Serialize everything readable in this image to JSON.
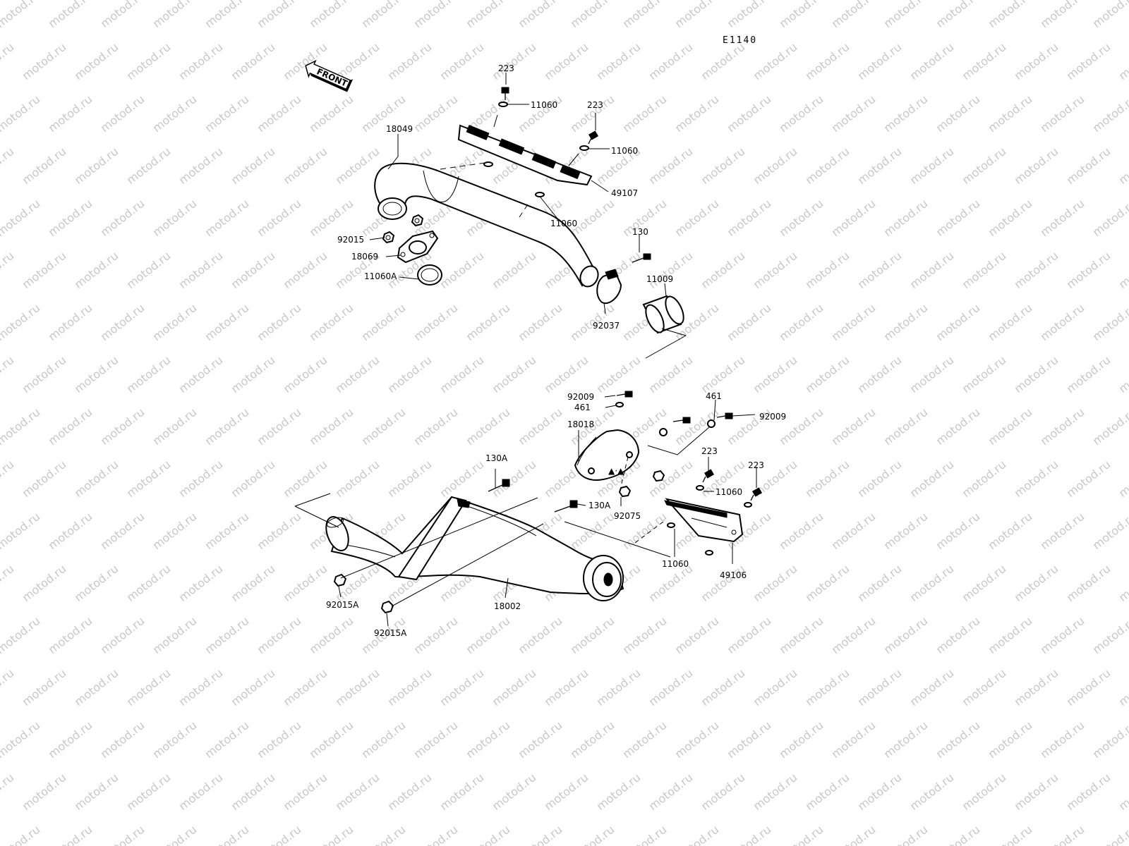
{
  "diagram_code": "E1140",
  "front_marker": "FRONT",
  "watermark": "motod.ru",
  "labels": {
    "l223a": "223",
    "l11060a": "11060",
    "l223b": "223",
    "l11060b": "11060",
    "l18049": "18049",
    "l49107": "49107",
    "l11060c": "11060",
    "l92015": "92015",
    "l18069": "18069",
    "l11060A": "11060A",
    "l130": "130",
    "l11009": "11009",
    "l92037": "92037",
    "l92009a": "92009",
    "l461a": "461",
    "l18018": "18018",
    "l461b": "461",
    "l92009b": "92009",
    "l223c": "223",
    "l223d": "223",
    "l130Aa": "130A",
    "l130Ab": "130A",
    "l11060d": "11060",
    "l92075": "92075",
    "l11060e": "11060",
    "l49106": "49106",
    "l18002": "18002",
    "l92015Aa": "92015A",
    "l92015Ab": "92015A"
  }
}
